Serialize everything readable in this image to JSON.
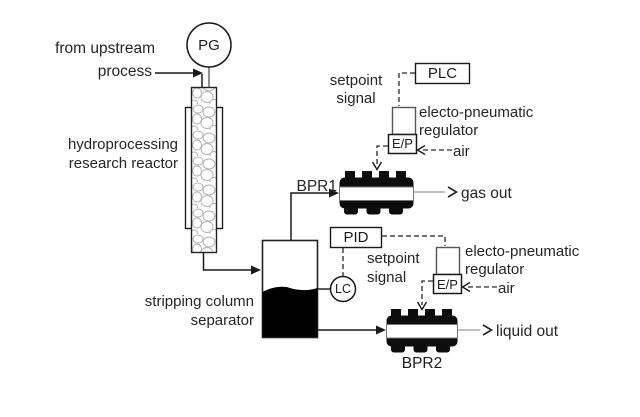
{
  "colors": {
    "line": "#1a1a1a",
    "stream_line": "#9a9a9a",
    "signal_dash": "#2a2a2a",
    "liquid_fill": "#000000",
    "text": "#262626"
  },
  "feed": {
    "line1": "from upstream",
    "line2": "process"
  },
  "instruments": {
    "pressure_gauge": "PG",
    "level_controller": "LC"
  },
  "reactor": {
    "line1": "hydroprocessing",
    "line2": "research reactor"
  },
  "separator": {
    "line1": "stripping column",
    "line2": "separator"
  },
  "gas_loop": {
    "bpr_label": "BPR1",
    "controller": "PLC",
    "setpoint_line1": "setpoint",
    "setpoint_line2": "signal",
    "ep_tag": "E/P",
    "regulator_line1": "electo-pneumatic",
    "regulator_line2": "regulator",
    "air": "air",
    "outlet": "gas out"
  },
  "liquid_loop": {
    "bpr_label": "BPR2",
    "controller": "PID",
    "setpoint_line1": "setpoint",
    "setpoint_line2": "signal",
    "ep_tag": "E/P",
    "regulator_line1": "electo-pneumatic",
    "regulator_line2": "regulator",
    "air": "air",
    "outlet": "liquid out"
  }
}
